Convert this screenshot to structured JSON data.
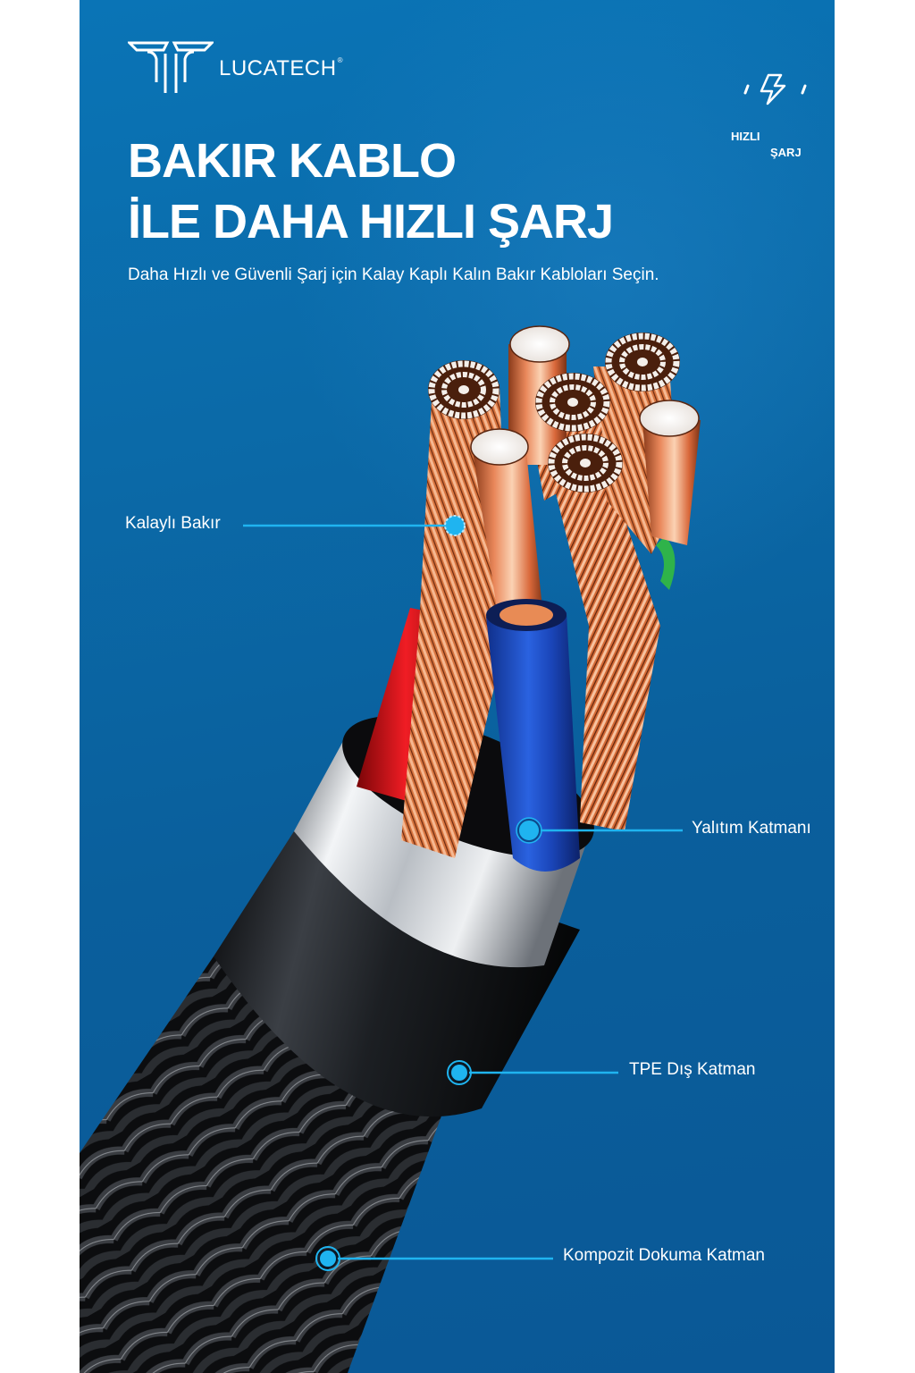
{
  "brand": {
    "name": "LUCATECH",
    "registered_mark": "®"
  },
  "badge": {
    "icon": "lightning-bolt-icon",
    "line1": "HIZLI",
    "line2": "ŞARJ"
  },
  "headline": {
    "line1": "BAKIR KABLO",
    "line2": "İLE DAHA HIZLI ŞARJ"
  },
  "subheadline": "Daha Hızlı ve Güvenli Şarj için Kalay Kaplı Kalın Bakır Kabloları Seçin.",
  "callouts": [
    {
      "label": "Kalaylı Bakır"
    },
    {
      "label": "Yalıtım Katmanı"
    },
    {
      "label": "TPE Dış Katman"
    },
    {
      "label": "Kompozit Dokuma Katman"
    }
  ],
  "colors": {
    "background_panel": "#0a6aa8",
    "callout_line": "#1fb4f0",
    "copper": "#e07a45",
    "insulation_blue": "#1d4fc4",
    "insulation_red": "#d8141c",
    "sheath": "#111418",
    "ring": "#cfd3d8"
  }
}
